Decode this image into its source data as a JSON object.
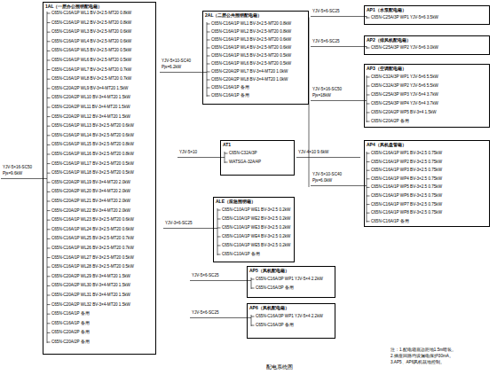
{
  "diagram": {
    "caption": "配电系统图",
    "nodes": [
      {
        "text": [
          "1AL（一层办公照明配电箱）"
        ]
      },
      {
        "text": [
          "2AL（二层公共照明配电箱）"
        ]
      },
      {
        "text": [
          "AP1（水泵配电箱）"
        ]
      },
      {
        "text": [
          "AP2（排风机配电箱）"
        ]
      },
      {
        "text": [
          "AP3（空调配电箱）"
        ]
      },
      {
        "text": [
          "AP4（风机盘管箱）"
        ]
      },
      {
        "text": [
          "AT1"
        ]
      },
      {
        "text": [
          "ALE（应急照明箱）"
        ]
      },
      {
        "text": [
          "AP5（风机配电箱）"
        ]
      },
      {
        "text": [
          "AP6（风机配电箱）"
        ]
      }
    ],
    "labels": [
      "C65N-C16A/1P WL1 BV-3×2.5-MT20 0.8kW",
      "C65N-C16A/1P WL2 BV-3×2.5-MT20 0.8kW",
      "C65N-C16A/1P WL3 BV-3×2.5-MT20 0.6kW",
      "C65N-C16A/1P WL4 BV-3×2.5-MT20 0.6kW",
      "C65N-C16A/1P WL5 BV-3×2.5-MT20 0.5kW",
      "C65N-C16A/1P WL6 BV-3×2.5-MT20 0.5kW",
      "C65N-C16A/1P WL7 BV-3×2.5-MT20 0.7kW",
      "C65N-C16A/1P WL8 BV-3×2.5-MT20 0.7kW",
      "C65N-C20A/2P WL9 BV-3×4-MT20 1.5kW",
      "C65N-C20A/2P WL10 BV-3×4-MT20 1.5kW",
      "C65N-C20A/2P WL11 BV-3×4-MT20 1.5kW",
      "C65N-C20A/2P WL12 BV-3×4-MT20 1.5kW",
      "C65N-C16A/1P WL13 BV-3×2.5-MT20 0.6kW",
      "C65N-C16A/1P WL14 BV-3×2.5-MT20 0.6kW",
      "C65N-C16A/1P WL15 BV-3×2.5-MT20 0.8kW",
      "C65N-C16A/1P WL16 BV-3×2.5-MT20 0.8kW",
      "C65N-C16A/1P WL17 BV-3×2.5-MT20 0.5kW",
      "C65N-C16A/1P WL18 BV-3×2.5-MT20 0.5kW",
      "C65N-C20A/2P WL19 BV-3×4-MT20 2.0kW",
      "C65N-C20A/2P WL20 BV-3×4-MT20 2.0kW",
      "C65N-C20A/2P WL21 BV-3×4-MT20 2.0kW",
      "C65N-C20A/2P WL22 BV-3×4-MT20 2.0kW",
      "C65N-C16A/1P WL23 BV-3×2.5-MT20 0.6kW",
      "C65N-C16A/1P WL24 BV-3×2.5-MT20 0.6kW",
      "C65N-C16A/1P WL25 BV-3×2.5-MT20 0.7kW",
      "C65N-C16A/1P WL26 BV-3×2.5-MT20 0.7kW",
      "C65N-C16A/1P WL27 BV-3×2.5-MT20 0.5kW",
      "C65N-C16A/1P WL28 BV-3×2.5-MT20 0.5kW",
      "C65N-C20A/2P WL29 BV-3×4-MT20 1.5kW",
      "C65N-C20A/2P WL30 BV-3×4-MT20 1.5kW",
      "C65N-C20A/2P WL31 BV-3×4-MT20 1.5kW",
      "C65N-C20A/2P WL32 BV-3×4-MT20 1.5kW",
      "C65N-C16A/1P 备用",
      "C65N-C16A/1P 备用",
      "C65N-C20A/2P 备用",
      "C65N-C20A/2P 备用",
      "YJV-5×16-SC50",
      "Pjs=9.6kW",
      "C65N-C16A/1P WL1 BV-3×2.5-MT20 0.8kW",
      "C65N-C16A/1P WL2 BV-3×2.5-MT20 0.8kW",
      "C65N-C16A/1P WL3 BV-3×2.5-MT20 0.6kW",
      "C65N-C16A/1P WL4 BV-3×2.5-MT20 0.6kW",
      "C65N-C16A/1P WL5 BV-3×2.5-MT20 0.5kW",
      "C65N-C16A/1P WL6 BV-3×2.5-MT20 0.5kW",
      "C65N-C20A/2P WL7 BV-3×4-MT20 1.0kW",
      "C65N-C20A/2P WL8 BV-3×4-MT20 1.0kW",
      "C65N-C16A/1P 备用",
      "C65N-C16A/1P 备用",
      "YJV-5×10-SC40",
      "Pjs=6.2kW",
      "C65N-C25A/3P WP1 YJV-5×6 3.5kW",
      "YJV-5×6-SC25",
      "C65N-C25A/3P WP2 YJV-5×6 3.0kW",
      "YJV-5×6-SC25",
      "C65N-C32A/3P WP1 YJV-5×6 5.5kW",
      "C65N-C32A/3P WP2 YJV-5×6 5.5kW",
      "C65N-C25A/3P WP3 YJV-5×4 3.7kW",
      "C65N-C25A/3P WP4 YJV-5×4 3.7kW",
      "C65N-C20A/2P WP5 BV-3×4 1.5kW",
      "C65N-C20A/2P 备用",
      "YJV-5×16-SC50",
      "Pjs=18kW",
      "C65N-C16A/1P WP1 BV-3×2.5 0.75kW",
      "C65N-C16A/1P WP2 BV-3×2.5 0.75kW",
      "C65N-C16A/1P WP3 BV-3×2.5 0.75kW",
      "C65N-C16A/1P WP4 BV-3×2.5 0.75kW",
      "C65N-C16A/1P WP5 BV-3×2.5 0.75kW",
      "C65N-C16A/1P WP6 BV-3×2.5 0.75kW",
      "C65N-C16A/1P WP7 BV-3×2.5 0.75kW",
      "C65N-C16A/1P WP8 BV-3×2.5 0.75kW",
      "C65N-C16A/1P 备用",
      "YJV-5×10-SC40",
      "Pjs=6.0kW",
      "C65N-C32A/3P",
      "WATSGA-32A/4P",
      "YJV-5×10",
      "YJV-4×10 9.6kW",
      "C65N-C10A/1P WE1 BV-3×2.5 0.2kW",
      "C65N-C10A/1P WE2 BV-3×2.5 0.2kW",
      "C65N-C10A/1P WE3 BV-3×2.5 0.2kW",
      "C65N-C10A/1P WE4 BV-3×2.5 0.2kW",
      "C65N-C10A/1P WE5 BV-3×2.5 0.2kW",
      "C65N-C10A/1P 备用",
      "YJV-3×6-SC25",
      "C65N-C16A/3P WP1 YJV-5×4 2.2kW",
      "C65N-C16A/3P 备用",
      "YJV-5×6-SC25",
      "C65N-C16A/3P WP1 YJV-5×4 2.2kW",
      "C65N-C16A/3P 备用",
      "YJV-5×6-SC25",
      "注：1.配电箱底边距地1.5m暗装。",
      "2.插座回路均设漏电保护30mA。",
      "3.AP5、AP6风机就地控制。"
    ]
  }
}
